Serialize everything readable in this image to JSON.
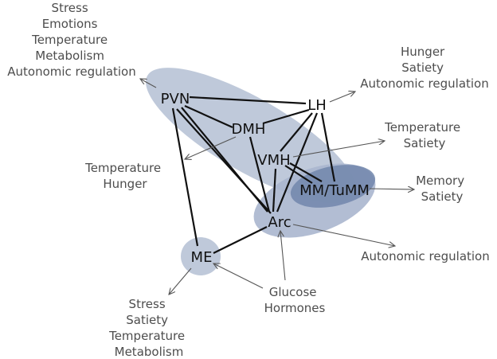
{
  "colors": {
    "region_light": "#b4bfd4",
    "region_dark": "#7186ab",
    "edge": "#111111",
    "arrow": "#555555",
    "text": "#4d4d4d"
  },
  "nodes": {
    "pvn": "PVN",
    "lh": "LH",
    "dmh": "DMH",
    "vmh": "VMH",
    "mm": "MM/TuMM",
    "arc": "Arc",
    "me": "ME"
  },
  "functions": {
    "pvn": [
      "Stress",
      "Emotions",
      "Temperature",
      "Metabolism",
      "Autonomic regulation"
    ],
    "lh": [
      "Hunger",
      "Satiety",
      "Autonomic regulation"
    ],
    "dmh": [
      "Temperature",
      "Hunger"
    ],
    "vmh": [
      "Temperature",
      "Satiety"
    ],
    "mm": [
      "Memory",
      "Satiety"
    ],
    "arc": [
      "Autonomic regulation"
    ],
    "me": [
      "Stress",
      "Satiety",
      "Temperature",
      "Metabolism"
    ],
    "inputs": [
      "Glucose",
      "Hormones"
    ]
  }
}
